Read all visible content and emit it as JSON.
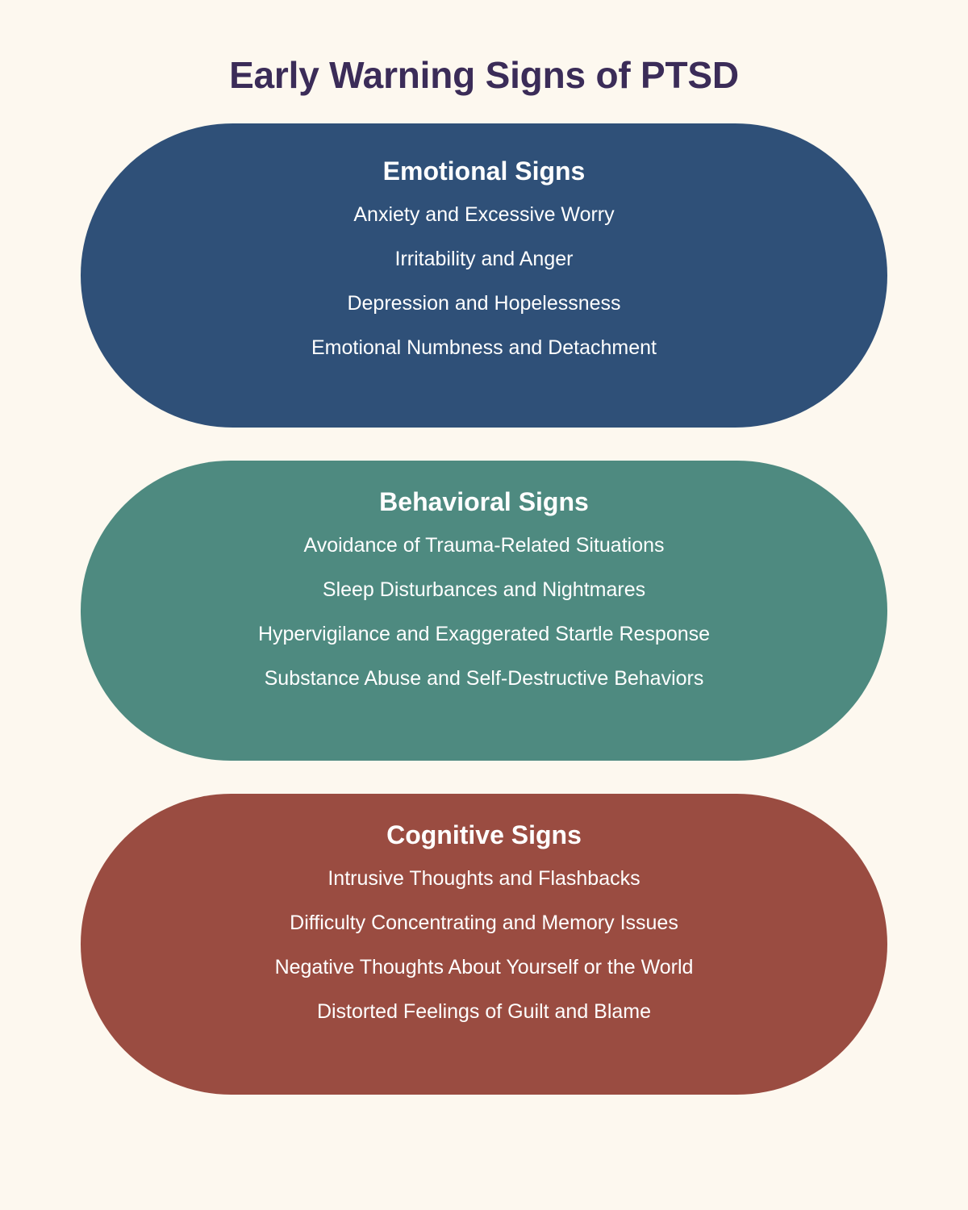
{
  "page": {
    "title": "Early Warning Signs of PTSD",
    "background_color": "#fdf8ef",
    "title_color": "#3b2c58"
  },
  "cards": [
    {
      "id": "emotional",
      "title": "Emotional Signs",
      "color": "#2f5078",
      "text_color": "#ffffff",
      "items": [
        "Anxiety and Excessive Worry",
        "Irritability and Anger",
        "Depression and Hopelessness",
        "Emotional Numbness and Detachment"
      ]
    },
    {
      "id": "behavioral",
      "title": "Behavioral Signs",
      "color": "#4e8a80",
      "text_color": "#ffffff",
      "items": [
        "Avoidance of Trauma-Related Situations",
        "Sleep Disturbances and Nightmares",
        "Hypervigilance and Exaggerated Startle Response",
        "Substance Abuse and Self-Destructive Behaviors"
      ]
    },
    {
      "id": "cognitive",
      "title": "Cognitive Signs",
      "color": "#9a4c41",
      "text_color": "#ffffff",
      "items": [
        "Intrusive Thoughts and Flashbacks",
        "Difficulty Concentrating and Memory Issues",
        "Negative Thoughts About Yourself or the World",
        "Distorted Feelings of Guilt and Blame"
      ]
    }
  ]
}
